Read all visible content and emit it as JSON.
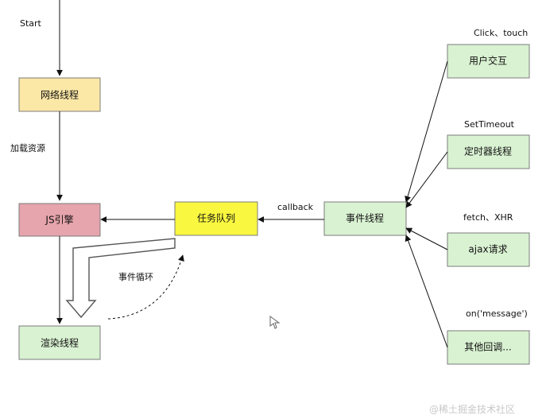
{
  "nodes": {
    "network": {
      "label": "网络线程",
      "fill": "#fbe7a6"
    },
    "js_engine": {
      "label": "JS引擎",
      "fill": "#e6a4ac"
    },
    "render": {
      "label": "渲染线程",
      "fill": "#d9f2d2"
    },
    "task_queue": {
      "label": "任务队列",
      "fill": "#f9f73f"
    },
    "event_thread": {
      "label": "事件线程",
      "fill": "#d9f2d2"
    },
    "user_interaction": {
      "label": "用户交互",
      "fill": "#d9f2d2"
    },
    "timer": {
      "label": "定时器线程",
      "fill": "#d9f2d2"
    },
    "ajax": {
      "label": "ajax请求",
      "fill": "#d9f2d2"
    },
    "other_callbacks": {
      "label": "其他回调...",
      "fill": "#d9f2d2"
    }
  },
  "edge_labels": {
    "start": "Start",
    "loading": "加载资源",
    "callback": "callback",
    "event_loop": "事件循环",
    "click_touch": "Click、touch",
    "set_timeout": "SetTimeout",
    "fetch_xhr": "fetch、XHR",
    "on_message": "on('message')"
  },
  "watermark": "@稀土掘金技术社区"
}
